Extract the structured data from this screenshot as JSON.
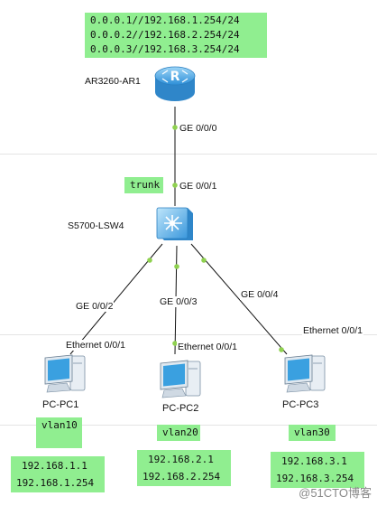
{
  "router": {
    "name": "AR3260-AR1",
    "icon": "router-icon",
    "routes": [
      "0.0.0.1//192.168.1.254/24",
      "0.0.0.2//192.168.2.254/24",
      "0.0.0.3//192.168.3.254/24"
    ]
  },
  "switch": {
    "name": "S5700-LSW4",
    "icon": "switch-icon",
    "trunk_label": "trunk"
  },
  "links": {
    "router_iface": "GE 0/0/0",
    "switch_up_iface": "GE 0/0/1",
    "switch_pc1_iface": "GE 0/0/2",
    "switch_pc2_iface": "GE 0/0/3",
    "switch_pc3_iface": "GE 0/0/4",
    "pc1_iface": "Ethernet 0/0/1",
    "pc2_iface": "Ethernet 0/0/1",
    "pc3_iface": "Ethernet 0/0/1"
  },
  "pcs": [
    {
      "name": "PC-PC1",
      "vlan": "vlan10",
      "ip": "192.168.1.1",
      "gateway": "192.168.1.254"
    },
    {
      "name": "PC-PC2",
      "vlan": "vlan20",
      "ip": "192.168.2.1",
      "gateway": "192.168.2.254"
    },
    {
      "name": "PC-PC3",
      "vlan": "vlan30",
      "ip": "192.168.3.1",
      "gateway": "192.168.3.254"
    }
  ],
  "colors": {
    "label_bg": "#90ee90",
    "link_dot": "#8fd14f",
    "device_blue": "#4aa8e6"
  },
  "watermark": "@51CTO博客"
}
